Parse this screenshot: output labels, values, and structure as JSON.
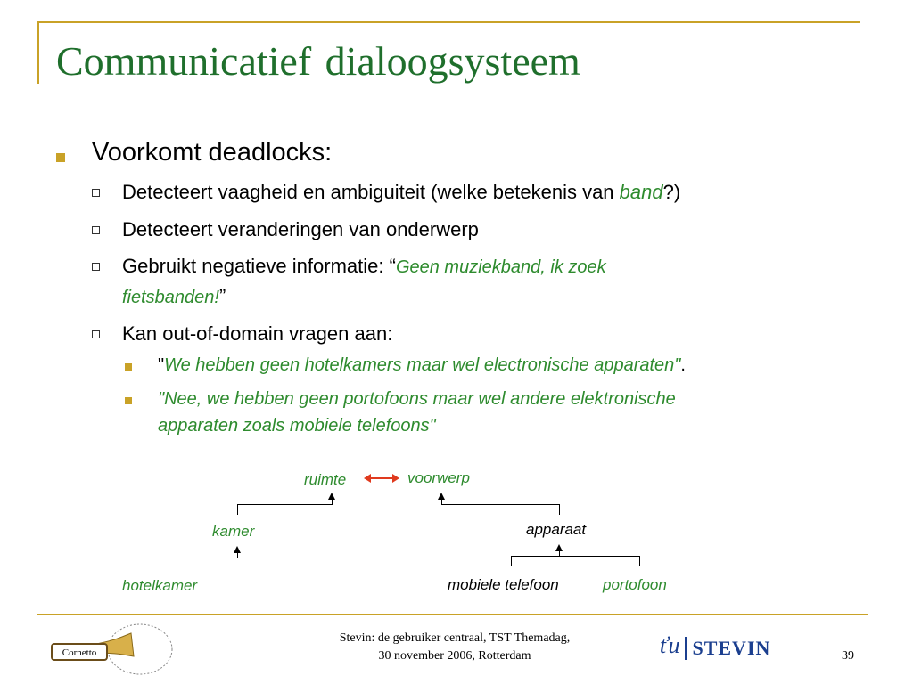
{
  "slide": {
    "title": "Communicatief  dialoogsysteem",
    "bullet1": "Voorkomt deadlocks:",
    "sub1_a": "Detecteert vaagheid en ambiguiteit (welke betekenis van ",
    "sub1_b": "band",
    "sub1_c": "?)",
    "sub2": "Detecteert veranderingen van onderwerp",
    "sub3_a": "Gebruikt negatieve informatie: “",
    "sub3_b": "Geen muziekband, ik zoek",
    "sub3_c": "fietsbanden!",
    "sub3_d": "”",
    "sub4": "Kan out-of-domain vragen aan:",
    "subsub1_a": "\"",
    "subsub1_b": "We hebben geen hotelkamers maar wel electronische apparaten\"",
    "subsub1_c": ".",
    "subsub2_line1": "\"Nee, we hebben geen portofoons maar wel andere elektronische",
    "subsub2_line2": "apparaten zoals mobiele telefoons\""
  },
  "tree": {
    "ruimte": "ruimte",
    "voorwerp": "voorwerp",
    "kamer": "kamer",
    "apparaat": "apparaat",
    "hotelkamer": "hotelkamer",
    "mobiele_telefoon": "mobiele telefoon",
    "portofoon": "portofoon",
    "arrow_color": "#e03a1e"
  },
  "footer": {
    "line1": "Stevin: de gebruiker centraal, TST Themadag,",
    "line2": "30 november 2006, Rotterdam",
    "page": "39",
    "logo_left": "Cornetto",
    "logo_right_tu": "ťu",
    "logo_right_txt": "STEVIN"
  }
}
